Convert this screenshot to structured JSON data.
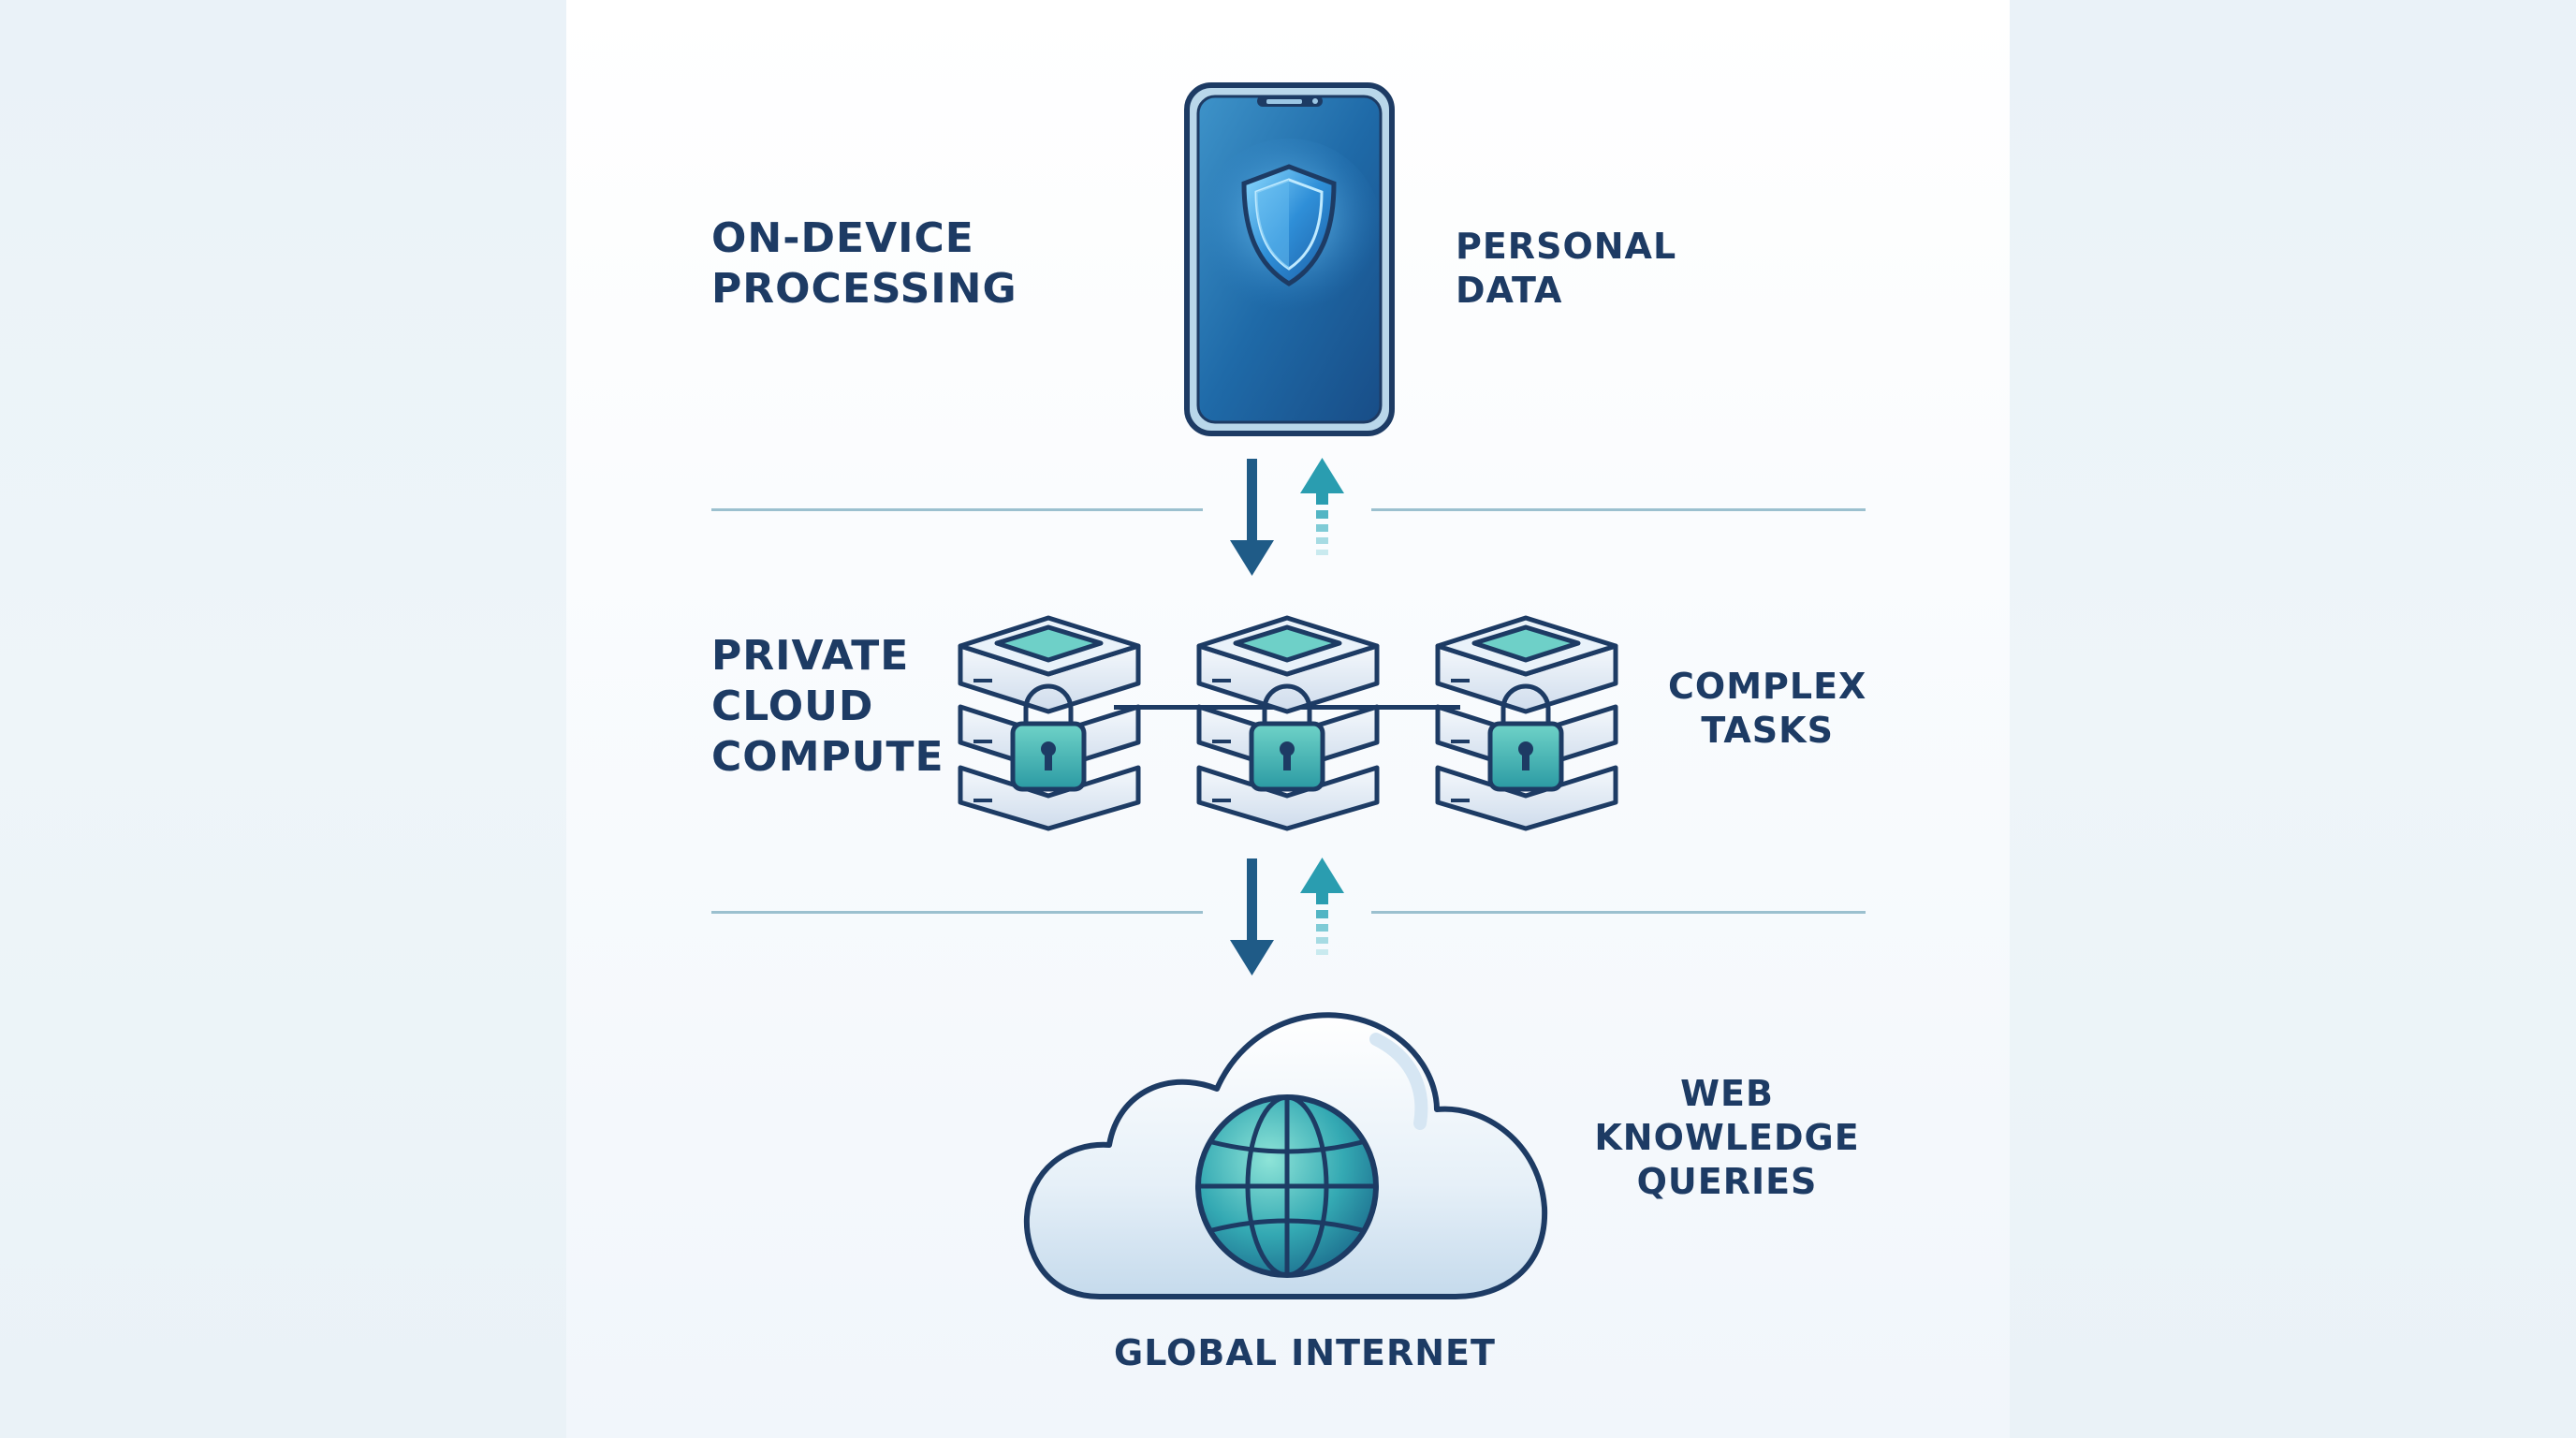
{
  "layers": [
    {
      "name": "device",
      "label": "ON-DEVICE\nPROCESSING",
      "note": "PERSONAL\nDATA",
      "icon": "smartphone-shield-icon"
    },
    {
      "name": "cloud-compute",
      "label": "PRIVATE\nCLOUD\nCOMPUTE",
      "note": "COMPLEX\nTASKS",
      "icon": "locked-server-icon"
    },
    {
      "name": "internet",
      "label": "GLOBAL INTERNET",
      "note": "WEB\nKNOWLEDGE\nQUERIES",
      "icon": "cloud-globe-icon"
    }
  ],
  "colors": {
    "navy": "#1d3b64",
    "teal": "#2a9db0",
    "phone_blue": "#1e6fb5",
    "server_teal": "#6ed0c8",
    "divider": "#9bc0cf"
  }
}
